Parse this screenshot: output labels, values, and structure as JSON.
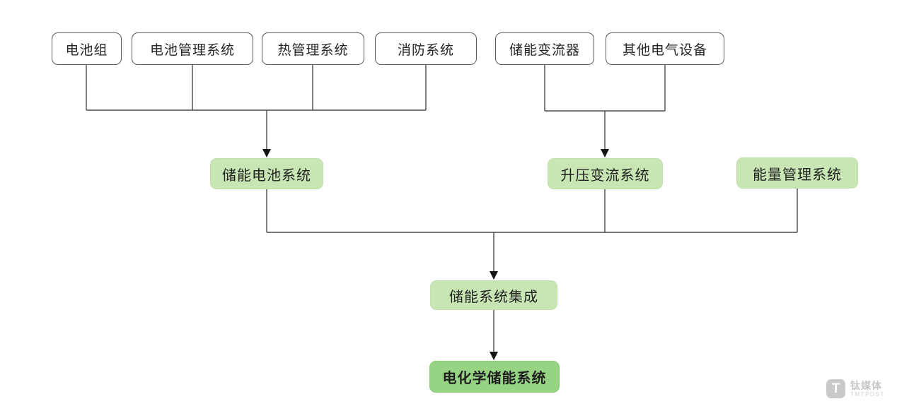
{
  "diagram": {
    "title": "",
    "top_row": {
      "battery_pack": {
        "label": "电池组"
      },
      "bms": {
        "label": "电池管理系统"
      },
      "thermal": {
        "label": "热管理系统"
      },
      "fire": {
        "label": "消防系统"
      },
      "pcs": {
        "label": "储能变流器"
      },
      "other_electrical": {
        "label": "其他电气设备"
      }
    },
    "mid_row": {
      "battery_system": {
        "label": "储能电池系统"
      },
      "boost_converter_system": {
        "label": "升压变流系统"
      },
      "ems": {
        "label": "能量管理系统"
      }
    },
    "lower": {
      "system_integration": {
        "label": "储能系统集成"
      },
      "electrochemical_storage": {
        "label": "电化学储能系统"
      }
    },
    "edges": [
      {
        "from": "battery_pack",
        "to": "battery_system"
      },
      {
        "from": "bms",
        "to": "battery_system"
      },
      {
        "from": "thermal",
        "to": "battery_system"
      },
      {
        "from": "fire",
        "to": "battery_system"
      },
      {
        "from": "pcs",
        "to": "boost_converter_system"
      },
      {
        "from": "other_electrical",
        "to": "boost_converter_system"
      },
      {
        "from": "battery_system",
        "to": "system_integration"
      },
      {
        "from": "boost_converter_system",
        "to": "system_integration"
      },
      {
        "from": "ems",
        "to": "system_integration"
      },
      {
        "from": "system_integration",
        "to": "electrochemical_storage"
      }
    ],
    "colors": {
      "plain_box_border": "#595959",
      "green_light_fill": "#c8e6b4",
      "green_dark_fill": "#96d483",
      "connector_line": "#4a4a4a",
      "arrowhead": "#141414",
      "text": "#262626"
    }
  },
  "watermark": {
    "logo_letter": "T",
    "brand": "钛媒体",
    "subbrand": "TMTPOST"
  }
}
